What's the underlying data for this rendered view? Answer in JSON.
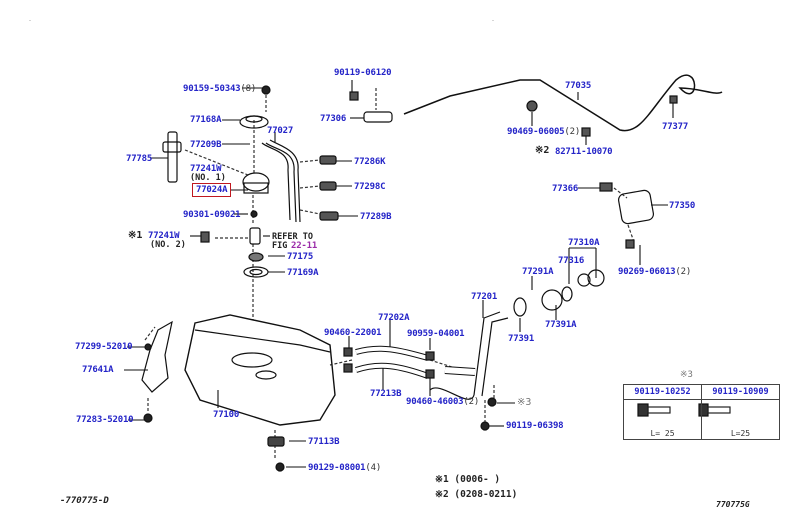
{
  "diagram": {
    "title": "Fuel tank & tube parts diagram",
    "highlighted_part": "77024A",
    "labels": {
      "p90159": {
        "part": "90159-50343",
        "qty": "(8)"
      },
      "p77168A": {
        "part": "77168A"
      },
      "p77209B": {
        "part": "77209B"
      },
      "p77027": {
        "part": "77027"
      },
      "p77785": {
        "part": "77785"
      },
      "p77241W1": {
        "part": "77241W",
        "sub": "(NO. 1)"
      },
      "p77024A": {
        "part": "77024A"
      },
      "p90301": {
        "part": "90301-09021"
      },
      "p77241W2": {
        "part": "77241W",
        "sub": "(NO. 2)",
        "mark": "※1"
      },
      "refer": {
        "text": "REFER TO",
        "fig": "FIG",
        "fig_no": "22-11"
      },
      "p77175": {
        "part": "77175"
      },
      "p77169A": {
        "part": "77169A"
      },
      "p90119_06120": {
        "part": "90119-06120"
      },
      "p77306": {
        "part": "77306"
      },
      "p77286K": {
        "part": "77286K"
      },
      "p77298C": {
        "part": "77298C"
      },
      "p77289B": {
        "part": "77289B"
      },
      "p77035": {
        "part": "77035"
      },
      "p90469": {
        "part": "90469-06005",
        "qty": "(2)"
      },
      "p82711": {
        "part": "82711-10070",
        "mark": "※2"
      },
      "p77377": {
        "part": "77377"
      },
      "p77366": {
        "part": "77366"
      },
      "p77350": {
        "part": "77350"
      },
      "p90269": {
        "part": "90269-06013",
        "qty": "(2)"
      },
      "p77310A": {
        "part": "77310A"
      },
      "p77316": {
        "part": "77316"
      },
      "p77291A": {
        "part": "77291A"
      },
      "p77391A": {
        "part": "77391A"
      },
      "p77391": {
        "part": "77391"
      },
      "p77201": {
        "part": "77201"
      },
      "p77202A": {
        "part": "77202A"
      },
      "p90460_22001": {
        "part": "90460-22001"
      },
      "p90959": {
        "part": "90959-04001"
      },
      "p77213B": {
        "part": "77213B"
      },
      "p90460_46003": {
        "part": "90460-46003",
        "qty": "(2)"
      },
      "mark3": {
        "text": "※3"
      },
      "p90119_06398": {
        "part": "90119-06398"
      },
      "p77299": {
        "part": "77299-52010"
      },
      "p77641A": {
        "part": "77641A"
      },
      "p77283": {
        "part": "77283-52010"
      },
      "p77100": {
        "part": "77100"
      },
      "p77113B": {
        "part": "77113B"
      },
      "p90129": {
        "part": "90129-08001",
        "qty": "(4)"
      }
    },
    "notes": {
      "n1": "※1 (0006-      )",
      "n2": "※2 (0208-0211)"
    },
    "bolt_table": {
      "mark": "※3",
      "columns": [
        {
          "part": "90119-10252",
          "length": "L= 25"
        },
        {
          "part": "90119-10909",
          "length": "L=25"
        }
      ]
    },
    "footer": {
      "left_code": "-770775-D",
      "right_code": "770775G"
    }
  }
}
